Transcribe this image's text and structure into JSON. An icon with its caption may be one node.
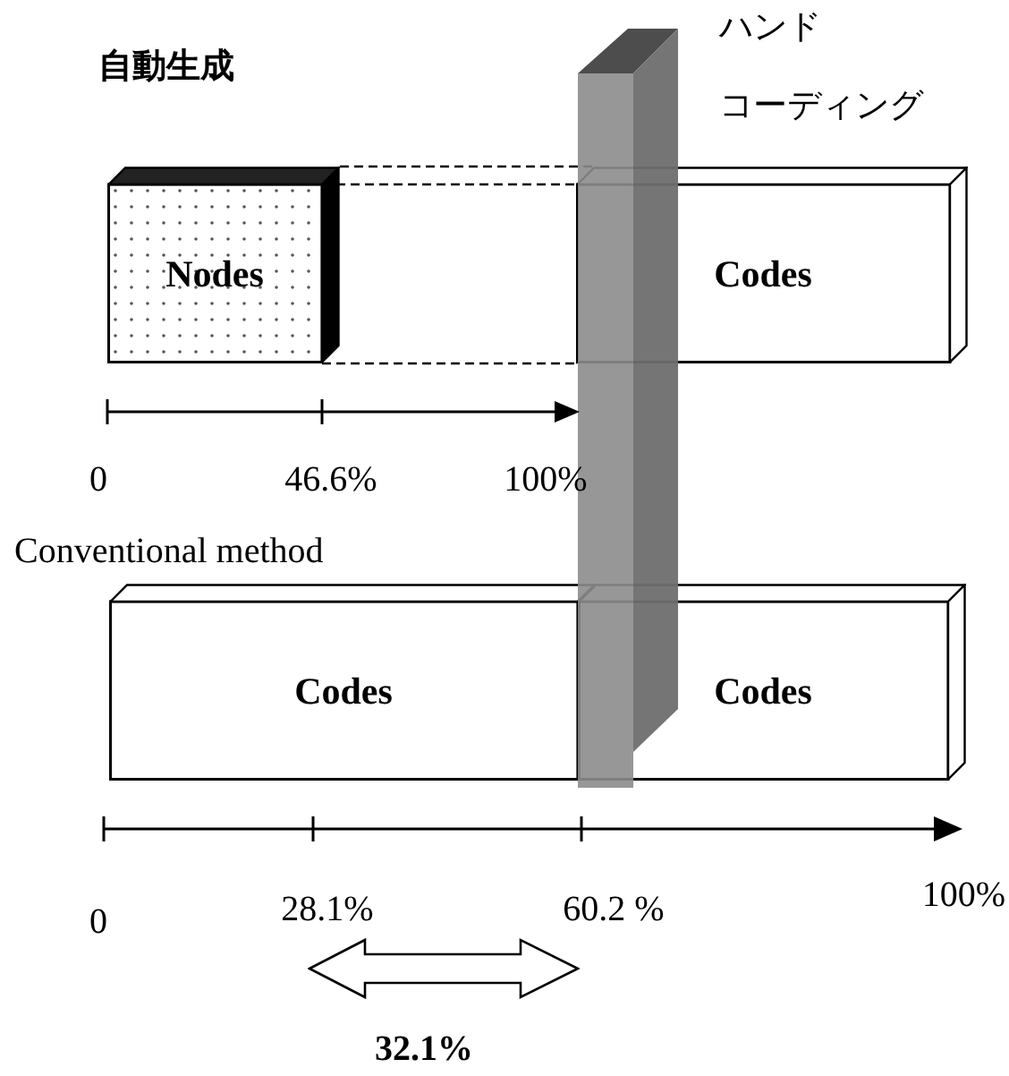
{
  "diagram": {
    "nodes": [
      {
        "text": [
          "Nodes"
        ]
      },
      {
        "text": [
          "Codes"
        ]
      },
      {
        "text": [
          "Codes"
        ]
      },
      {
        "text": [
          "Codes"
        ]
      }
    ],
    "labels": [
      "自動生成",
      "ハンド",
      "コーディング",
      "0",
      "46.6%",
      "100%",
      "Conventional method",
      "0",
      "28.1%",
      "60.2 %",
      "100%",
      "32.1%"
    ]
  }
}
